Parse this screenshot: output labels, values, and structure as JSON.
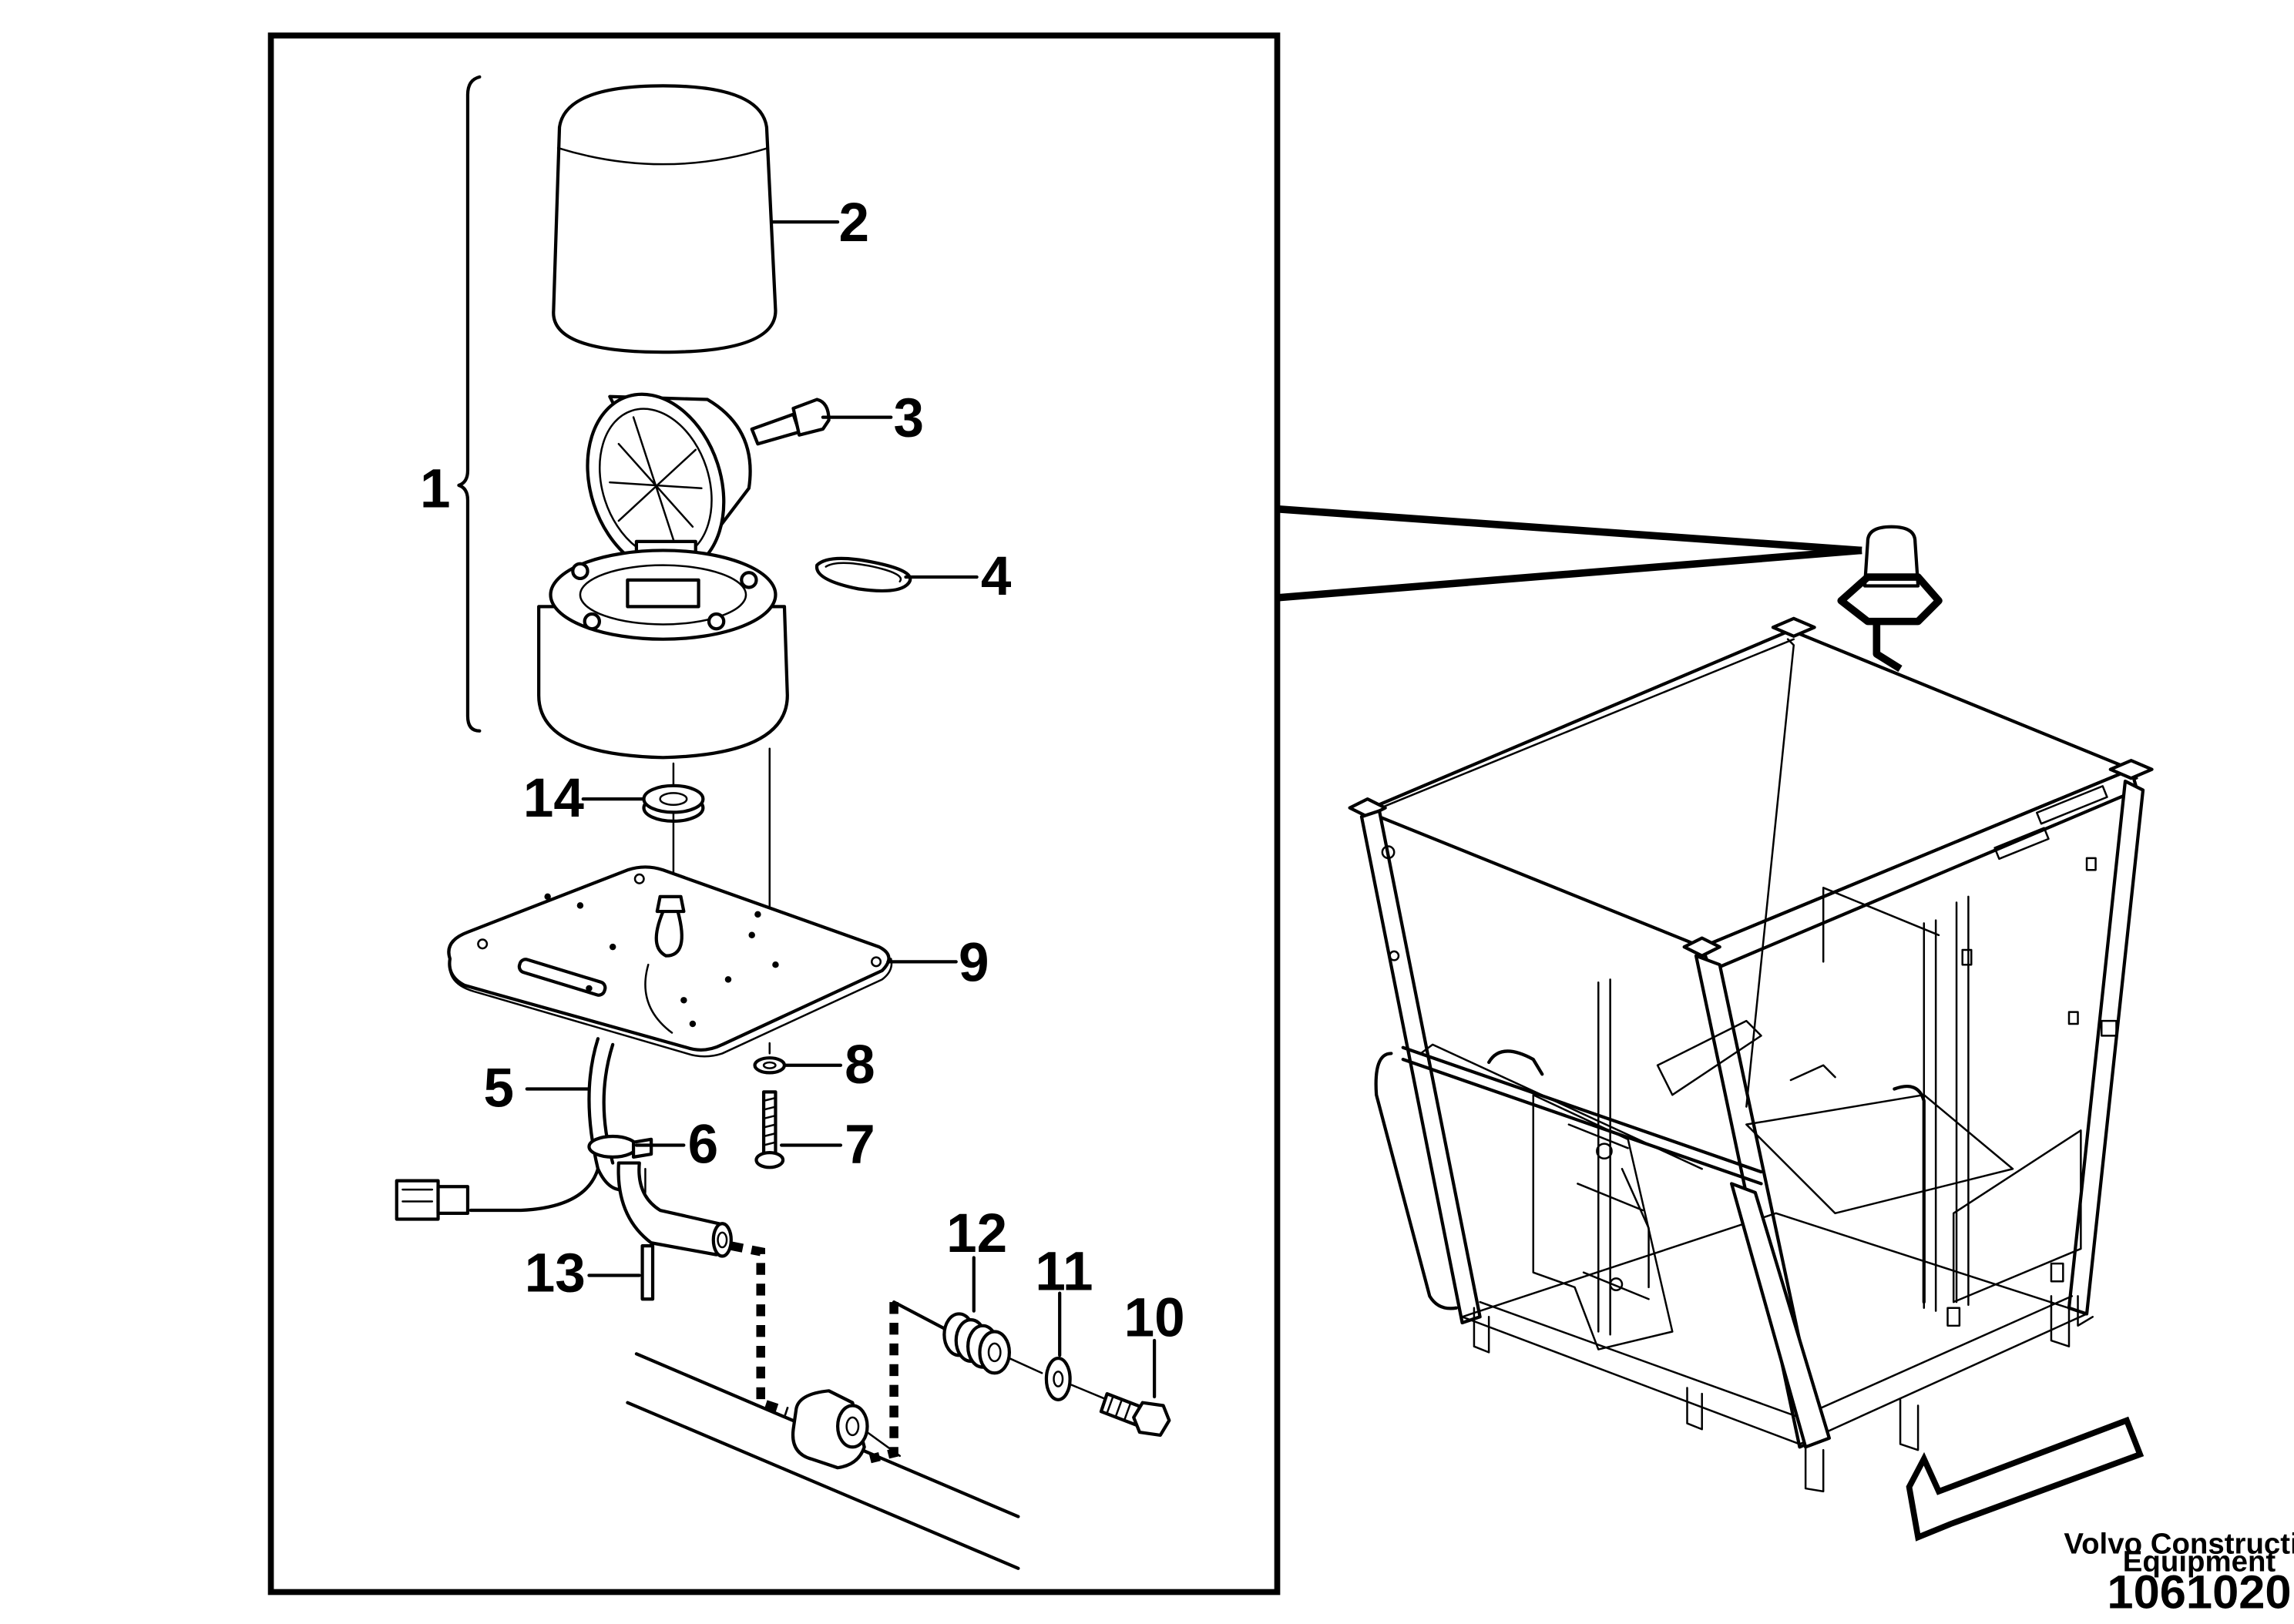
{
  "callouts": {
    "c1": "1",
    "c2": "2",
    "c3": "3",
    "c4": "4",
    "c5": "5",
    "c6": "6",
    "c7": "7",
    "c8": "8",
    "c9": "9",
    "c10": "10",
    "c11": "11",
    "c12": "12",
    "c13": "13",
    "c14": "14"
  },
  "footer": {
    "credit_line1": "Volvo Construction",
    "credit_line2": "Equipment",
    "drawing_number": "1061020"
  },
  "parts": [
    {
      "ref": "1",
      "name": "rotating-beacon-assembly"
    },
    {
      "ref": "2",
      "name": "lens-dome"
    },
    {
      "ref": "3",
      "name": "bulb"
    },
    {
      "ref": "4",
      "name": "drive-belt"
    },
    {
      "ref": "5",
      "name": "cable"
    },
    {
      "ref": "6",
      "name": "cable-tie"
    },
    {
      "ref": "7",
      "name": "screw"
    },
    {
      "ref": "8",
      "name": "washer"
    },
    {
      "ref": "9",
      "name": "mounting-plate"
    },
    {
      "ref": "10",
      "name": "bolt"
    },
    {
      "ref": "11",
      "name": "washer"
    },
    {
      "ref": "12",
      "name": "spring"
    },
    {
      "ref": "13",
      "name": "pin"
    },
    {
      "ref": "14",
      "name": "grommet"
    }
  ]
}
